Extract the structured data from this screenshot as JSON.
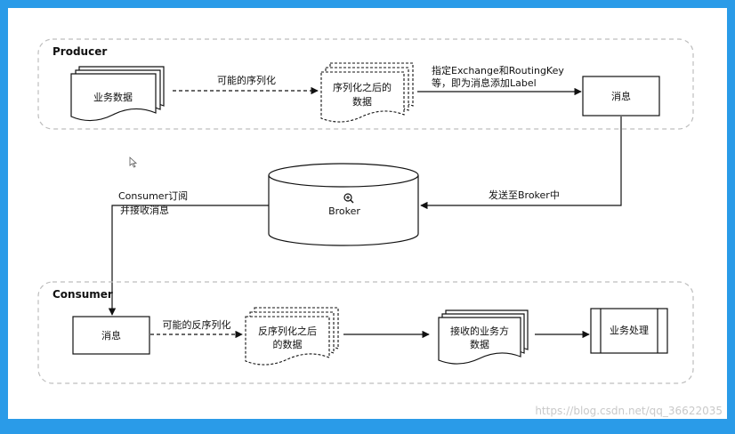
{
  "colors": {
    "frame": "#2a9be8",
    "background": "#ffffff",
    "stroke": "#111111",
    "group_border": "#bdbdbd",
    "watermark": "#c9c9c9"
  },
  "producer": {
    "title": "Producer",
    "business_data": "业务数据",
    "serialize_label": "可能的序列化",
    "serialized_line1": "序列化之后的",
    "serialized_line2": "数据",
    "label_line1": "指定Exchange和RoutingKey",
    "label_line2": "等，即为消息添加Label",
    "message": "消息"
  },
  "send_label": "发送至Broker中",
  "broker": {
    "label": "Broker"
  },
  "subscribe": {
    "line1": "Consumer订阅",
    "line2": "并接收消息"
  },
  "consumer": {
    "title": "Consumer",
    "message": "消息",
    "deserialize_label": "可能的反序列化",
    "deserialized_line1": "反序列化之后",
    "deserialized_line2": "的数据",
    "received_line1": "接收的业务方",
    "received_line2": "数据",
    "process": "业务处理"
  },
  "watermark": "https://blog.csdn.net/qq_36622035"
}
